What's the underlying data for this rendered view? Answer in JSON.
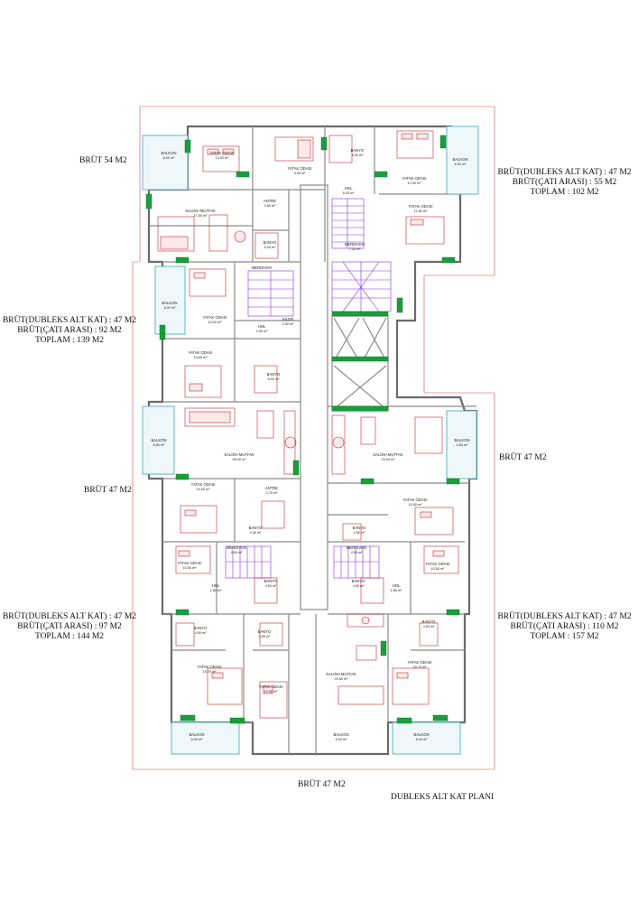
{
  "labels": {
    "top_left": "BRÜT 54 M2",
    "top_right": [
      "BRÜT(DUBLEKS ALT KAT) : 47 M2",
      "BRÜT(ÇATI ARASI) : 55 M2",
      "TOPLAM : 102 M2"
    ],
    "mid_left": [
      "BRÜT(DUBLEKS ALT KAT) : 47 M2",
      "BRÜT(ÇATI ARASI) : 92 M2",
      "TOPLAM : 139 M2"
    ],
    "center_left": "BRÜT 47 M2",
    "center_right": "BRÜT 47 M2",
    "bottom_left": [
      "BRÜT(DUBLEKS ALT KAT) : 47 M2",
      "BRÜT(ÇATI ARASI) : 97 M2",
      "TOPLAM : 144 M2"
    ],
    "bottom_right": [
      "BRÜT(DUBLEKS ALT KAT) : 47 M2",
      "BRÜT(ÇATI ARASI) : 110 M2",
      "TOPLAM : 157 M2"
    ],
    "bottom_center": "BRÜT 47 M2",
    "plan_title": "DUBLEKS ALT KAT PLANI"
  },
  "rooms": [
    {
      "name": "BALKON",
      "area": "8.00 m²"
    },
    {
      "name": "YATAK ODASI",
      "area": "13.00 m²"
    },
    {
      "name": "YATAK ODASI",
      "area": "9.00 m²"
    },
    {
      "name": "BANYO",
      "area": "6.00 m²"
    },
    {
      "name": "YATAK ODASI",
      "area": "12.90 m²"
    },
    {
      "name": "BALKON",
      "area": "6.00 m²"
    },
    {
      "name": "SALON+MUTFAK",
      "area": "17.50 m²"
    },
    {
      "name": "ANTRE",
      "area": "3.50 m²"
    },
    {
      "name": "BANYO",
      "area": "5.00 m²"
    },
    {
      "name": "HOL",
      "area": "5.00 m²"
    },
    {
      "name": "YATAK ODASI",
      "area": "12.50 m²"
    },
    {
      "name": "MERDIVEN",
      "area": "7.00 m²"
    },
    {
      "name": "BALKON",
      "area": "8.00 m²"
    },
    {
      "name": "MERDIVEN",
      "area": ""
    },
    {
      "name": "YATAK ODASI",
      "area": "12.00 m²"
    },
    {
      "name": "HOL",
      "area": "2.50 m²"
    },
    {
      "name": "KILER",
      "area": "2.50 m²"
    },
    {
      "name": "YATAK ODASI",
      "area": "13.50 m²"
    },
    {
      "name": "BANYO",
      "area": "6.00 m²"
    },
    {
      "name": "BALKON",
      "area": "6.80 m²"
    },
    {
      "name": "SALON+MUTFAK",
      "area": "28.00 m²"
    },
    {
      "name": "SALON+MUTFAK",
      "area": "23.00 m²"
    },
    {
      "name": "BALKON",
      "area": "6.60 m²"
    },
    {
      "name": "YATAK ODASI",
      "area": "14.00 m²"
    },
    {
      "name": "ANTRE",
      "area": "2.70 m²"
    },
    {
      "name": "BANYO",
      "area": "4.30 m²"
    },
    {
      "name": "BANYO",
      "area": "4.50 m²"
    },
    {
      "name": "YATAK ODASI",
      "area": "13.50 m²"
    },
    {
      "name": "YATAK ODASI",
      "area": "10.50 m²"
    },
    {
      "name": "HOL",
      "area": "1.80 m²"
    },
    {
      "name": "MERDIVEN",
      "area": "4.50 m²"
    },
    {
      "name": "BANYO",
      "area": "4.50 m²"
    },
    {
      "name": "MERDIVEN",
      "area": "4.50 m²"
    },
    {
      "name": "BANYO",
      "area": "4.50 m²"
    },
    {
      "name": "HOL",
      "area": "1.80 m²"
    },
    {
      "name": "YATAK ODASI",
      "area": "10.50 m²"
    },
    {
      "name": "BANYO",
      "area": "4.50 m²"
    },
    {
      "name": "BANYO",
      "area": "4.80 m²"
    },
    {
      "name": "BANYO",
      "area": "4.50 m²"
    },
    {
      "name": "YATAK ODASI",
      "area": "15.70 m²"
    },
    {
      "name": "YATAK ODASI",
      "area": "13.50 m²"
    },
    {
      "name": "SALON+MUTFAK",
      "area": "25.50 m²"
    },
    {
      "name": "YATAK ODASI",
      "area": "15.70 m²"
    },
    {
      "name": "BALKON",
      "area": "6.00 m²"
    },
    {
      "name": "BALKON",
      "area": "6.00 m²"
    },
    {
      "name": "BALKON",
      "area": "6.00 m²"
    }
  ],
  "colors": {
    "walls": "#6a6a6a",
    "furniture": "#c7252c",
    "stairs": "#8a2be2",
    "windows": "#1a9e3c",
    "balcony_glass": "#58b7c9",
    "site_line": "#d04a55"
  }
}
